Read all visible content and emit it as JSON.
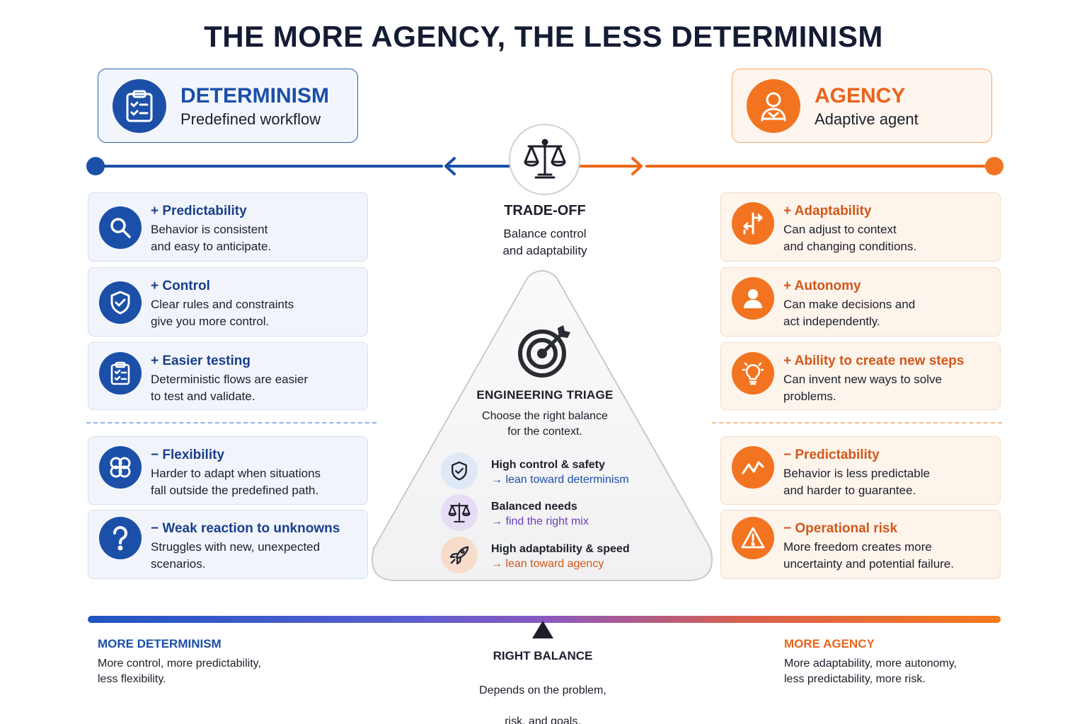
{
  "title": "THE MORE AGENCY, THE LESS DETERMINISM",
  "left_header": {
    "title": "DETERMINISM",
    "subtitle": "Predefined workflow",
    "icon": "clipboard-checklist-icon"
  },
  "right_header": {
    "title": "AGENCY",
    "subtitle": "Adaptive agent",
    "icon": "agent-person-icon"
  },
  "center": {
    "title": "TRADE-OFF",
    "subtitle_line1": "Balance control",
    "subtitle_line2": "and adaptability",
    "icon": "balance-scale-icon"
  },
  "left_pros": [
    {
      "title": "+ Predictability",
      "desc": "Behavior is consistent\nand easy to anticipate.",
      "icon": "magnifier-icon"
    },
    {
      "title": "+ Control",
      "desc": "Clear rules and constraints\ngive you more control.",
      "icon": "shield-check-icon"
    },
    {
      "title": "+ Easier testing",
      "desc": "Deterministic flows are easier\nto test and validate.",
      "icon": "clipboard-checklist-icon"
    }
  ],
  "left_cons": [
    {
      "title": "− Flexibility",
      "desc": "Harder to adapt when situations\nfall outside the predefined path.",
      "icon": "knot-icon"
    },
    {
      "title": "− Weak reaction to unknowns",
      "desc": "Struggles with new, unexpected\nscenarios.",
      "icon": "question-mark-icon"
    }
  ],
  "right_pros": [
    {
      "title": "+ Adaptability",
      "desc": "Can adjust to context\nand changing conditions.",
      "icon": "route-arrows-icon"
    },
    {
      "title": "+ Autonomy",
      "desc": "Can make decisions and\nact independently.",
      "icon": "person-icon"
    },
    {
      "title": "+ Ability to create new steps",
      "desc": "Can invent new ways to solve\nproblems.",
      "icon": "lightbulb-icon"
    }
  ],
  "right_cons": [
    {
      "title": "− Predictability",
      "desc": "Behavior is less predictable\nand harder to guarantee.",
      "icon": "zigzag-line-icon"
    },
    {
      "title": "− Operational risk",
      "desc": "More freedom creates more\nuncertainty and potential failure.",
      "icon": "warning-triangle-icon"
    }
  ],
  "triage": {
    "title": "ENGINEERING TRIAGE",
    "subtitle_line1": "Choose the right balance",
    "subtitle_line2": "for the context.",
    "icon": "target-icon",
    "items": [
      {
        "label": "High control & safety",
        "action": "→ lean toward determinism",
        "icon": "shield-check-icon",
        "color": "#1b4fa8"
      },
      {
        "label": "Balanced needs",
        "action": "→ find the right mix",
        "icon": "balance-scale-icon",
        "color": "#6a3fb8"
      },
      {
        "label": "High adaptability & speed",
        "action": "→ lean toward agency",
        "icon": "rocket-icon",
        "color": "#d2581a"
      }
    ]
  },
  "bottom": {
    "left": {
      "title": "MORE DETERMINISM",
      "desc": "More control, more predictability,\nless flexibility."
    },
    "center": {
      "title": "RIGHT BALANCE",
      "desc_line1": "Depends on the problem,",
      "desc_line2": "risk, and goals."
    },
    "right": {
      "title": "MORE AGENCY",
      "desc": "More adaptability, more autonomy,\nless predictability, more risk."
    }
  },
  "colors": {
    "blue": "#1b4fa8",
    "orange": "#f27420",
    "purple": "#6a3fb8"
  }
}
